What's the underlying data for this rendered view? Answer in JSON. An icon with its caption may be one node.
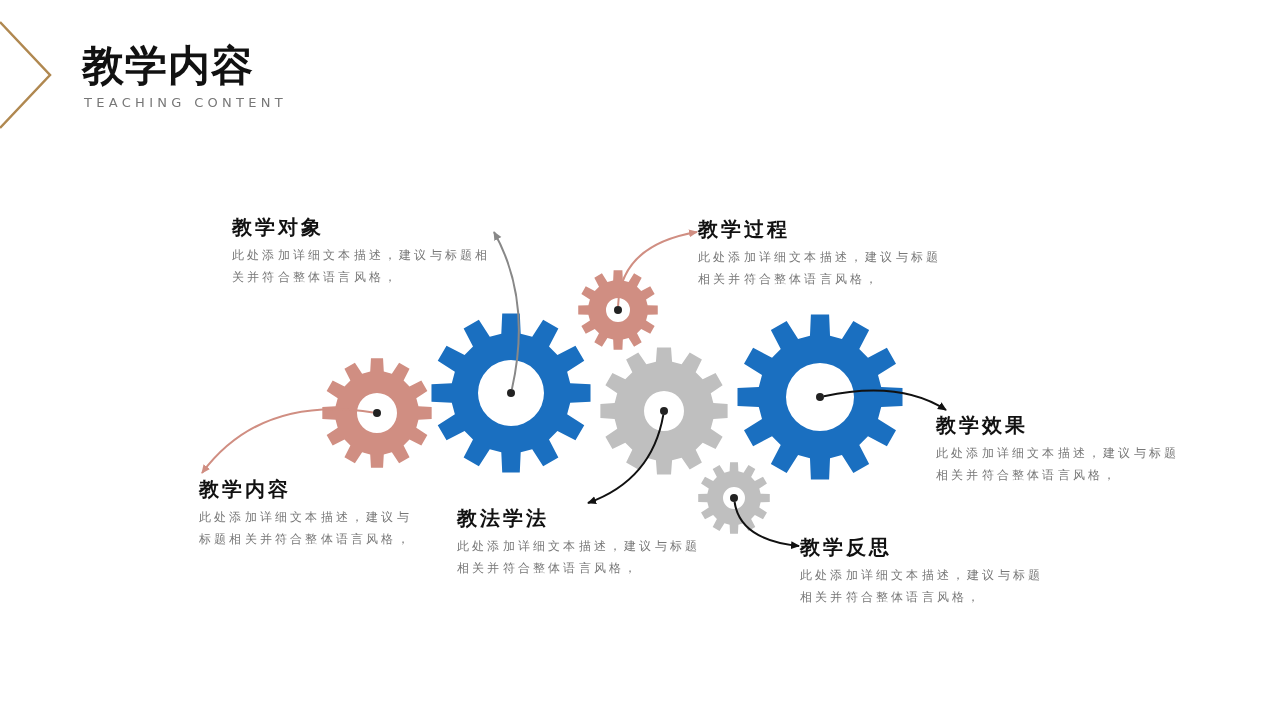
{
  "diagram": {
    "title": "教学内容",
    "nodes": [
      {
        "text": [
          "教学对象",
          "此处添加详细文本描述，建议与标题相关并符合整体语言风格，"
        ]
      },
      {
        "text": [
          "教学过程",
          "此处添加详细文本描述，建议与标题相关并符合整体语言风格，"
        ]
      },
      {
        "text": [
          "教学内容",
          "此处添加详细文本描述，建议与标题相关并符合整体语言风格，"
        ]
      },
      {
        "text": [
          "教法学法",
          "此处添加详细文本描述，建议与标题相关并符合整体语言风格，"
        ]
      },
      {
        "text": [
          "教学效果",
          "此处添加详细文本描述，建议与标题相关并符合整体语言风格，"
        ]
      },
      {
        "text": [
          "教学反思",
          "此处添加详细文本描述，建议与标题相关并符合整体语言风格，"
        ]
      },
      {
        "text": [],
        "shape": "gear"
      },
      {
        "text": [],
        "shape": "gear"
      },
      {
        "text": [],
        "shape": "gear"
      },
      {
        "text": [],
        "shape": "gear"
      },
      {
        "text": [],
        "shape": "gear"
      },
      {
        "text": [],
        "shape": "gear"
      },
      {
        "text": [],
        "shape": "circle",
        "in": 6
      },
      {
        "text": [],
        "shape": "circle",
        "in": 7
      },
      {
        "text": [],
        "shape": "circle",
        "in": 8
      },
      {
        "text": [],
        "shape": "circle",
        "in": 9
      },
      {
        "text": [],
        "shape": "circle",
        "in": 10
      },
      {
        "text": [],
        "shape": "circle",
        "in": 11
      }
    ],
    "edges": [
      {
        "from": 12,
        "to": 2,
        "arrow": "to",
        "color": "#d08e82"
      },
      {
        "from": 13,
        "to": 0,
        "arrow": "to",
        "color": "#888888"
      },
      {
        "from": 14,
        "to": 1,
        "arrow": "to",
        "color": "#d08e82"
      },
      {
        "from": 15,
        "to": 3,
        "arrow": "to"
      },
      {
        "from": 16,
        "to": 5,
        "arrow": "to"
      },
      {
        "from": 17,
        "to": 4,
        "arrow": "to"
      }
    ],
    "labels": [
      "TEACHING CONTENT"
    ]
  }
}
